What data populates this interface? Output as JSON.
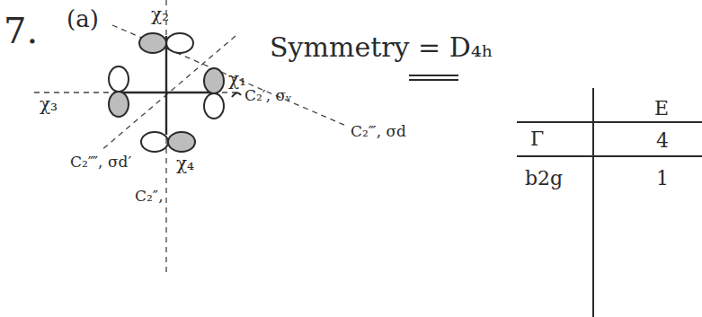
{
  "diagram": {
    "labels": [
      "7.",
      "(a)",
      "χ₂",
      "χ₁",
      "χ₃",
      "χ₄",
      "C₂′, σᵥ",
      "C₂‴, σd",
      "C₂⁗, σd′",
      "C₂″,",
      "Symmetry = D₄ₕ",
      "E",
      "Γ",
      "4",
      "b2g",
      "1"
    ]
  }
}
